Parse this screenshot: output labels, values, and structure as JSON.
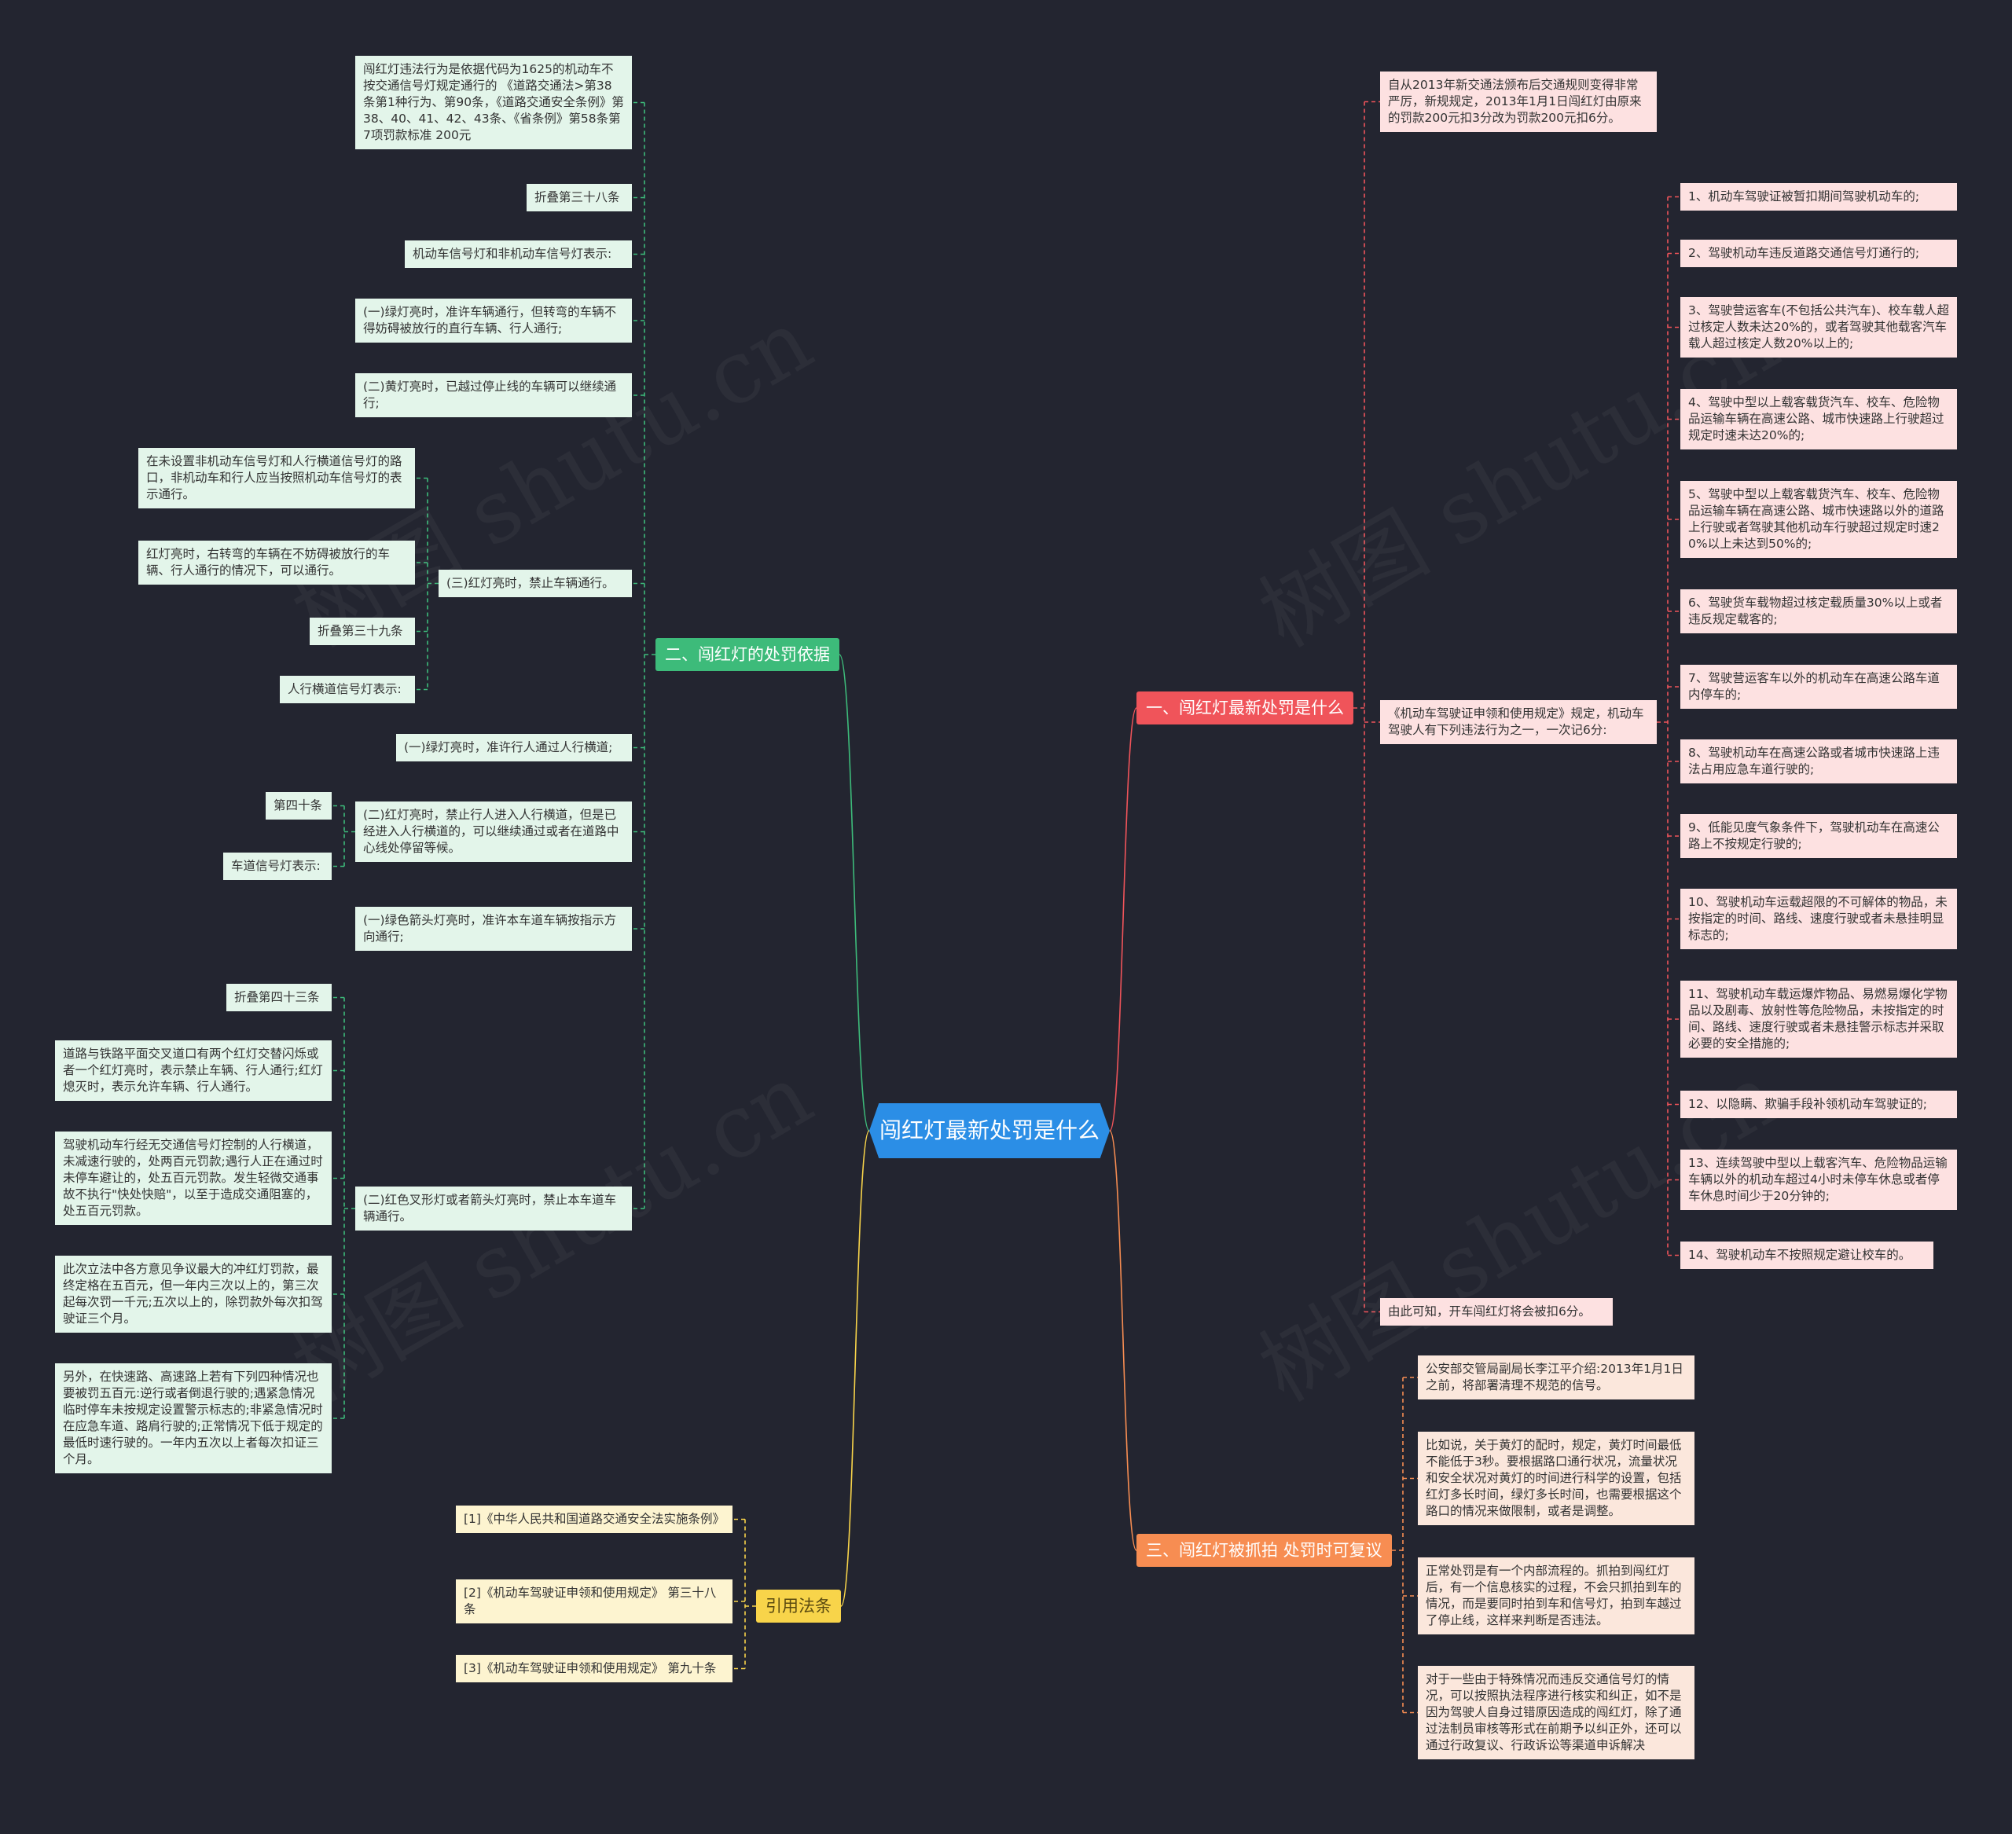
{
  "root": {
    "label": "闯红灯最新处罚是什么"
  },
  "colors": {
    "background": "#232530",
    "root": "#2b8ee6",
    "branch_green": "#3dbb7a",
    "branch_red": "#f0545a",
    "branch_orange": "#f78d52",
    "branch_yellow": "#f8d44a",
    "leaf_green": "#e3f5ea",
    "leaf_pink": "#fde1e1",
    "leaf_yellow": "#fdf4d0",
    "leaf_peach": "#fbe7dc"
  },
  "branches": {
    "b2": {
      "label": "二、闯红灯的处罚依据",
      "items": {
        "g1": "闯红灯违法行为是依据代码为1625的机动车不按交通信号灯规定通行的 《道路交通法>第38条第1种行为、第90条，《道路交通安全条例》第 38、40、41、42、43条、《省条例》第58条第7项罚款标准 200元",
        "g2": "折叠第三十八条",
        "g3": "机动车信号灯和非机动车信号灯表示:",
        "g4": "(一)绿灯亮时，准许车辆通行，但转弯的车辆不得妨碍被放行的直行车辆、行人通行;",
        "g5": "(二)黄灯亮时，已越过停止线的车辆可以继续通行;",
        "g6": "(三)红灯亮时，禁止车辆通行。",
        "g6a": "在未设置非机动车信号灯和人行横道信号灯的路口，非机动车和行人应当按照机动车信号灯的表示通行。",
        "g6b": "红灯亮时，右转弯的车辆在不妨碍被放行的车辆、行人通行的情况下，可以通行。",
        "g6c": "折叠第三十九条",
        "g6d": "人行横道信号灯表示:",
        "g7": "(一)绿灯亮时，准许行人通过人行横道;",
        "g8": "(二)红灯亮时，禁止行人进入人行横道，但是已经进入人行横道的，可以继续通过或者在道路中心线处停留等候。",
        "g8a": "第四十条",
        "g8b": "车道信号灯表示:",
        "g9": "(一)绿色箭头灯亮时，准许本车道车辆按指示方向通行;",
        "g10": "(二)红色叉形灯或者箭头灯亮时，禁止本车道车辆通行。",
        "g10a": "折叠第四十三条",
        "g10b": "道路与铁路平面交叉道口有两个红灯交替闪烁或者一个红灯亮时，表示禁止车辆、行人通行;红灯熄灭时，表示允许车辆、行人通行。",
        "g10c": "驾驶机动车行经无交通信号灯控制的人行横道，未减速行驶的，处两百元罚款;遇行人正在通过时未停车避让的，处五百元罚款。发生轻微交通事故不执行\"快处快赔\"，以至于造成交通阻塞的，处五百元罚款。",
        "g10d": "此次立法中各方意见争议最大的冲红灯罚款，最终定格在五百元，但一年内三次以上的，第三次起每次罚一千元;五次以上的，除罚款外每次扣驾驶证三个月。",
        "g10e": "另外，在快速路、高速路上若有下列四种情况也要被罚五百元:逆行或者倒退行驶的;遇紧急情况临时停车未按规定设置警示标志的;非紧急情况时在应急车道、路肩行驶的;正常情况下低于规定的最低时速行驶的。一年内五次以上者每次扣证三个月。"
      }
    },
    "byel": {
      "label": "引用法条",
      "items": {
        "y1": "[1]《中华人民共和国道路交通安全法实施条例》",
        "y2": "[2]《机动车驾驶证申领和使用规定》 第三十八条",
        "y3": "[3]《机动车驾驶证申领和使用规定》 第九十条"
      }
    },
    "b1": {
      "label": "一、闯红灯最新处罚是什么",
      "items": {
        "p0": "自从2013年新交通法颁布后交通规则变得非常严厉，新规规定，2013年1月1日闯红灯由原来的罚款200元扣3分改为罚款200元扣6分。",
        "p1": "《机动车驾驶证申领和使用规定》规定，机动车驾驶人有下列违法行为之一，一次记6分:",
        "p1_1": "1、机动车驾驶证被暂扣期间驾驶机动车的;",
        "p1_2": "2、驾驶机动车违反道路交通信号灯通行的;",
        "p1_3": "3、驾驶营运客车(不包括公共汽车)、校车载人超过核定人数未达20%的，或者驾驶其他载客汽车载人超过核定人数20%以上的;",
        "p1_4": "4、驾驶中型以上载客载货汽车、校车、危险物品运输车辆在高速公路、城市快速路上行驶超过规定时速未达20%的;",
        "p1_5": "5、驾驶中型以上载客载货汽车、校车、危险物品运输车辆在高速公路、城市快速路以外的道路上行驶或者驾驶其他机动车行驶超过规定时速20%以上未达到50%的;",
        "p1_6": "6、驾驶货车载物超过核定载质量30%以上或者违反规定载客的;",
        "p1_7": "7、驾驶营运客车以外的机动车在高速公路车道内停车的;",
        "p1_8": "8、驾驶机动车在高速公路或者城市快速路上违法占用应急车道行驶的;",
        "p1_9": "9、低能见度气象条件下，驾驶机动车在高速公路上不按规定行驶的;",
        "p1_10": "10、驾驶机动车运载超限的不可解体的物品，未按指定的时间、路线、速度行驶或者未悬挂明显标志的;",
        "p1_11": "11、驾驶机动车载运爆炸物品、易燃易爆化学物品以及剧毒、放射性等危险物品，未按指定的时间、路线、速度行驶或者未悬挂警示标志并采取必要的安全措施的;",
        "p1_12": "12、以隐瞒、欺骗手段补领机动车驾驶证的;",
        "p1_13": "13、连续驾驶中型以上载客汽车、危险物品运输车辆以外的机动车超过4小时未停车休息或者停车休息时间少于20分钟的;",
        "p1_14": "14、驾驶机动车不按照规定避让校车的。",
        "p2": "由此可知，开车闯红灯将会被扣6分。"
      }
    },
    "b3": {
      "label": "三、闯红灯被抓拍 处罚时可复议",
      "items": {
        "q1": "公安部交管局副局长李江平介绍:2013年1月1日之前，将部署清理不规范的信号。",
        "q2": "比如说，关于黄灯的配时，规定，黄灯时间最低不能低于3秒。要根据路口通行状况，流量状况和安全状况对黄灯的时间进行科学的设置，包括红灯多长时间，绿灯多长时间，也需要根据这个路口的情况来做限制，或者是调整。",
        "q3": "正常处罚是有一个内部流程的。抓拍到闯红灯后，有一个信息核实的过程，不会只抓拍到车的情况，而是要同时拍到车和信号灯，拍到车越过了停止线，这样来判断是否违法。",
        "q4": "对于一些由于特殊情况而违反交通信号灯的情况，可以按照执法程序进行核实和纠正，如不是因为驾驶人自身过错原因造成的闯红灯，除了通过法制员审核等形式在前期予以纠正外，还可以通过行政复议、行政诉讼等渠道申诉解决"
      }
    }
  },
  "watermarks": [
    "树图 shutu.cn"
  ]
}
